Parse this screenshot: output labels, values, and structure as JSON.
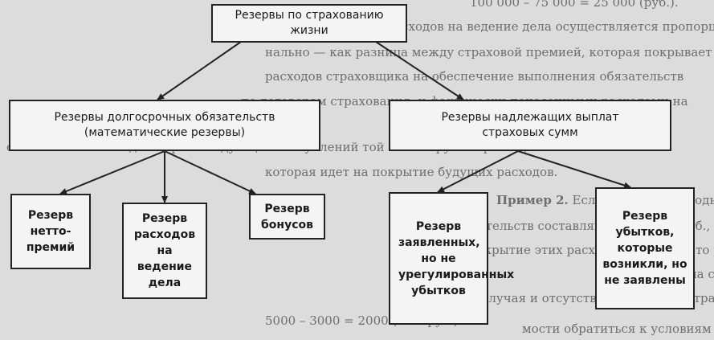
{
  "diagram": {
    "root": "Резервы по страхованию жизни",
    "left_branch": "Резервы долгосрочных обязательств (математические резервы)",
    "right_branch": "Резервы надлежащих выплат страховых сумм",
    "left_children": [
      "Резерв нетто-премий",
      "Резерв расходов на ведение дела",
      "Резерв бонусов"
    ],
    "right_children": [
      "Резерв заявленных, но не урегулированных убытков",
      "Резерв убытков, которые возникли, но не заявлены"
    ]
  },
  "background_text": {
    "line0": "100 000 – 75 000 = 25 000 (руб.).",
    "line1": "Расчет резерва расходов на ведение дела осуществляется пропорцио-",
    "line2": "нально — как разница между страховой премией, которая покрывает буду-",
    "line3": "расходов страховщика на обеспечение выполнения обязательств",
    "line4": "по договорам страхования, и фактически понесенными расходами на",
    "line5": "совместно по всем договорам следующих поступлений той части брутто-премии,",
    "line6": "которая идет на покрытие будущих расходов.",
    "line7_bold": "Пример 2.",
    "line7": "Если будущие расходы на обеспечение выполнения",
    "line8": "обязательств составляют 5000 тыс. руб., а страховые поступления",
    "line9": "на покрытие этих расходов 3000 руб., то резерв расходов на ведение",
    "line10": "дела составит:",
    "line11": "5000 – 3000 = 2000 (тыс. руб.)",
    "line12": "случая и отсутствие в договоре страхования условий...",
    "line13": "мости обратиться к условиям договора при наступлении..."
  }
}
